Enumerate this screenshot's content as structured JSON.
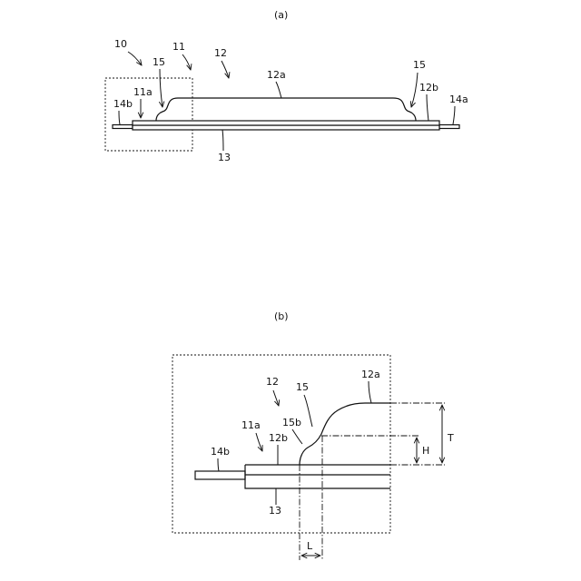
{
  "figure_a": {
    "caption": "(a)",
    "labels": {
      "battery": "10",
      "pouch": "11",
      "laminate": "12",
      "top_wall": "12a",
      "step_left": "15",
      "step_right": "15",
      "seal_left": "11a",
      "seal_right": "12b",
      "tab_left": "14b",
      "tab_right": "14a",
      "bottom_film": "13"
    }
  },
  "figure_b": {
    "caption": "(b)",
    "labels": {
      "laminate": "12",
      "step": "15",
      "top_wall": "12a",
      "step_corner": "15b",
      "seal": "11a",
      "seal_film": "12b",
      "tab": "14b",
      "bottom_film": "13",
      "total_height": "T",
      "step_height": "H",
      "step_length": "L"
    }
  }
}
